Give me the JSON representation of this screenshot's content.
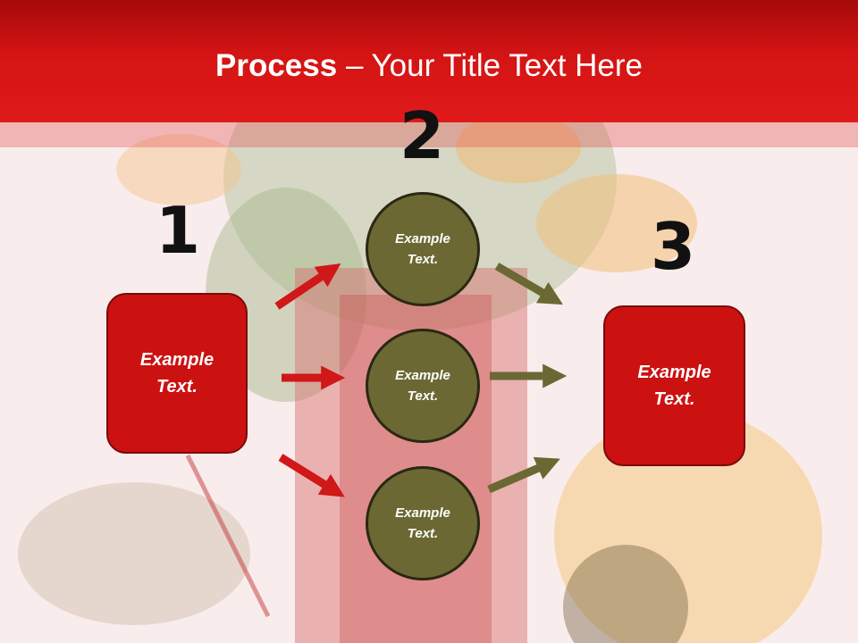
{
  "title": {
    "bold": "Process",
    "rest": " – Your Title Text Here"
  },
  "steps": [
    {
      "number": "1",
      "text": "Example Text."
    },
    {
      "number": "2",
      "items": [
        "Example Text.",
        "Example Text.",
        "Example Text."
      ]
    },
    {
      "number": "3",
      "text": "Example Text."
    }
  ],
  "colors": {
    "header": "#d41414",
    "box": "#cc1111",
    "circle": "#6b6834",
    "arrow_red": "#d01818",
    "arrow_olive": "#6b6834"
  }
}
